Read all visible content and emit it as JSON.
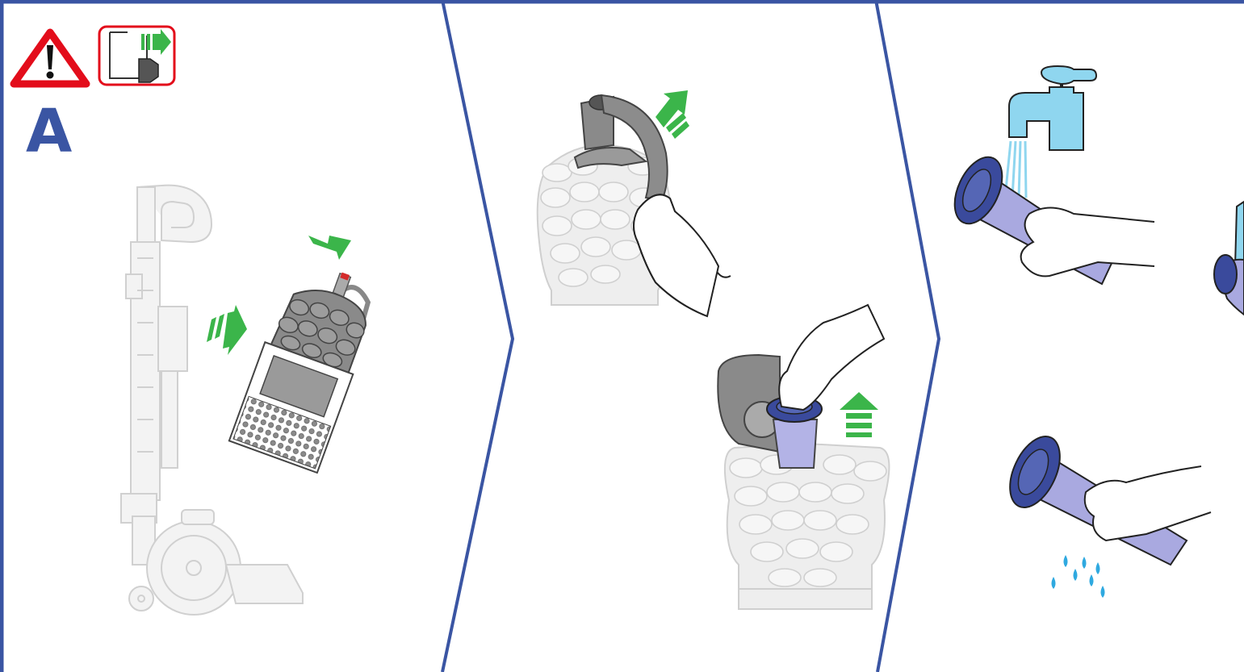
{
  "manual": {
    "step_label": "A",
    "warning_icon": "warning-triangle-icon",
    "unplug_icon": "unplug-from-socket-icon",
    "colors": {
      "panel_border": "#3a55a3",
      "step_letter": "#3a55a3",
      "warning_red": "#e30d1b",
      "action_arrow": "#3bb54a",
      "filter_body": "#a9a9e0",
      "filter_cap": "#3a4a9c",
      "tap": "#8fd6ef",
      "water": "#2fa9e0",
      "machine_grey": "#d9d9d9",
      "part_grey": "#7c7c7c"
    },
    "panels": [
      {
        "name": "remove-bin",
        "illustration": "vacuum-with-cyclone-bin-removed"
      },
      {
        "name": "remove-filter",
        "illustration": "cyclone-handle-lift-and-filter-pull"
      },
      {
        "name": "wash-filter",
        "illustration": "filter-rinse-under-tap-and-shake-dry"
      }
    ]
  }
}
